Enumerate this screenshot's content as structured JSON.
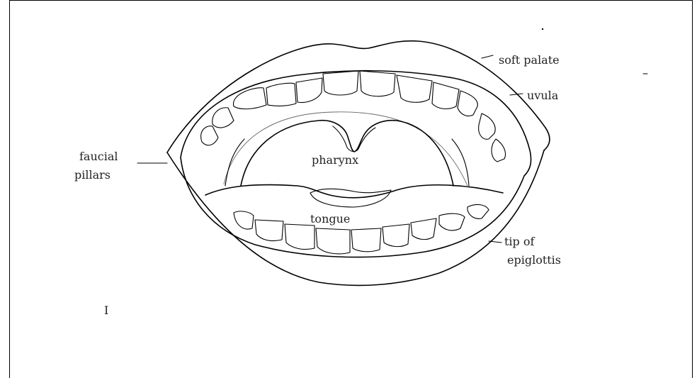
{
  "labels": {
    "soft_palate": "soft palate",
    "uvula": "uvula",
    "faucial_pillars_line1": "faucial",
    "faucial_pillars_line2": "pillars",
    "pharynx": "pharynx",
    "tongue": "tongue",
    "tip_of_epiglottis_line1": "tip of",
    "tip_of_epiglottis_line2": "epiglottis",
    "figure_number": "I"
  }
}
